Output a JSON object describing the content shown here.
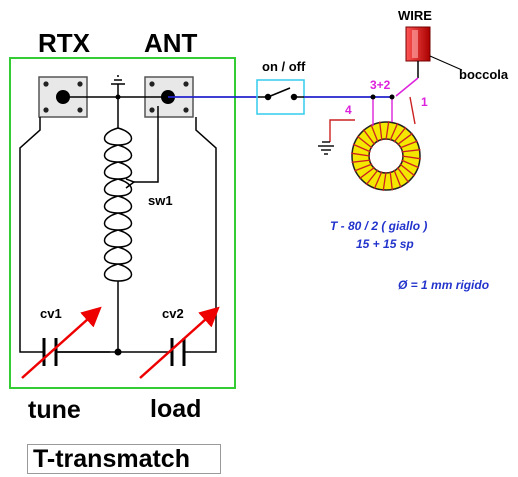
{
  "labels": {
    "rtx": "RTX",
    "ant": "ANT",
    "wire": "WIRE",
    "boccola": "boccola",
    "switch": "on / off",
    "tap_32": "3+2",
    "tap_4": "4",
    "tap_1": "1",
    "sw1": "sw1",
    "cv1": "cv1",
    "cv2": "cv2",
    "tune": "tune",
    "load": "load",
    "title": "T-transmatch"
  },
  "toroid": {
    "core": "T - 80 / 2 ( giallo )",
    "turns": "15 + 15 sp",
    "wire_diameter": "Ø = 1  mm rigido"
  },
  "colors": {
    "frame": "#33cc33",
    "switch_box": "#33ccee",
    "coax": "#2222cc",
    "capacitor_arrow": "#ee0000",
    "tap_label": "#dd22dd",
    "toroid_fill": "#f4e800",
    "toroid_winding": "#cc2222",
    "note_text": "#2233cc",
    "wire_plug": "#dd2222"
  }
}
